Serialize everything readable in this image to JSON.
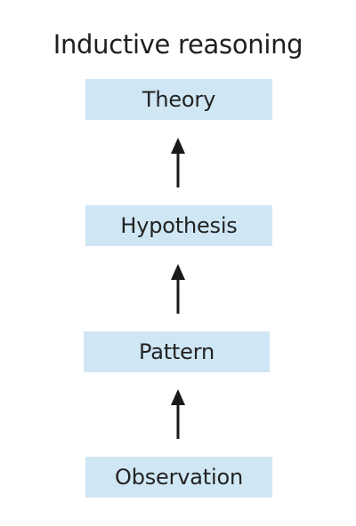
{
  "title": "Inductive reasoning",
  "steps": [
    {
      "label": "Theory"
    },
    {
      "label": "Hypothesis"
    },
    {
      "label": "Pattern"
    },
    {
      "label": "Observation"
    }
  ],
  "colors": {
    "box_fill": "#cfe7f4",
    "arrow": "#1a1a1a",
    "text": "#222222"
  }
}
